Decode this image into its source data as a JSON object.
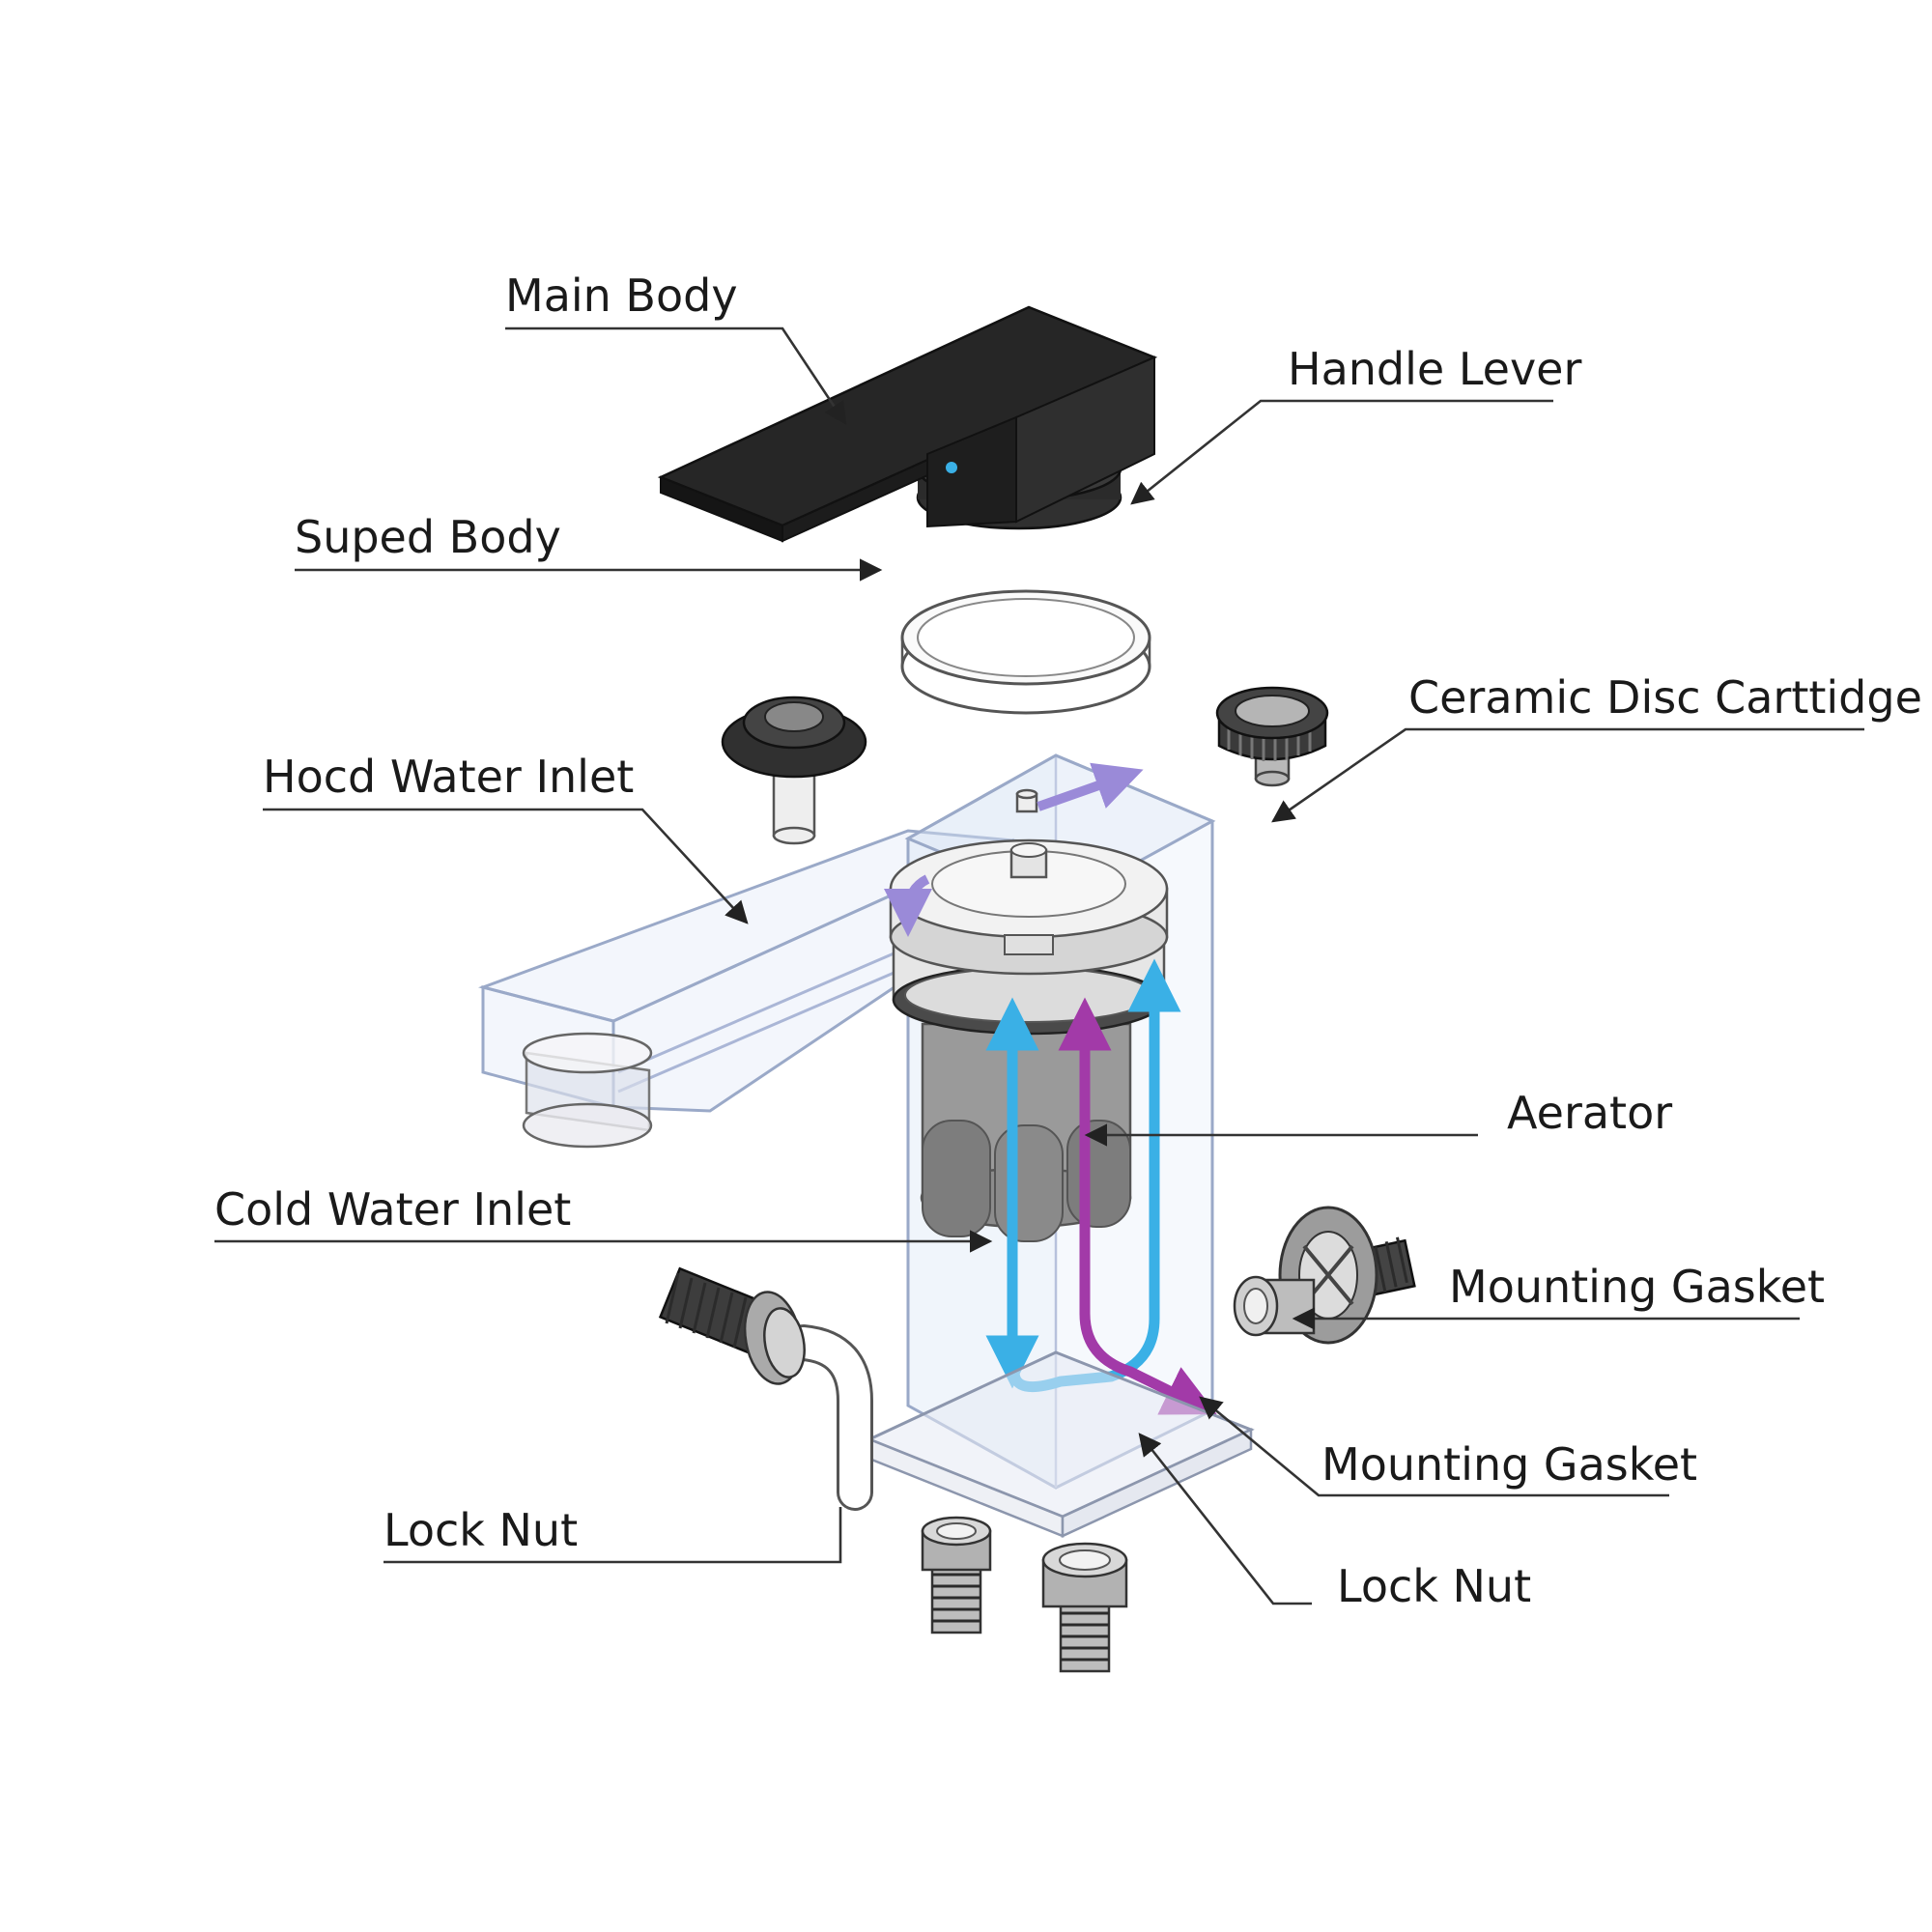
{
  "labels": {
    "main_body": "Main Body",
    "handle_lever": "Handle Lever",
    "suped_body": "Suped Body",
    "ceramic_disc_cartridge": "Ceramic Disc Carttidge",
    "hot_water_inlet": "Hocd Water Inlet",
    "aerator": "Aerator",
    "cold_water_inlet": "Cold Water Inlet",
    "mounting_gasket_upper": "Mounting Gasket",
    "mounting_gasket_lower": "Mounting Gasket",
    "lock_nut_left": "Lock Nut",
    "lock_nut_right": "Lock Nut"
  },
  "colors": {
    "cold_flow": "#3ab0e6",
    "hot_flow": "#a23aa8",
    "mixed_flow": "#9a8ad8",
    "handle": "#2b2b2b",
    "glass_edge": "#aab6d6"
  }
}
